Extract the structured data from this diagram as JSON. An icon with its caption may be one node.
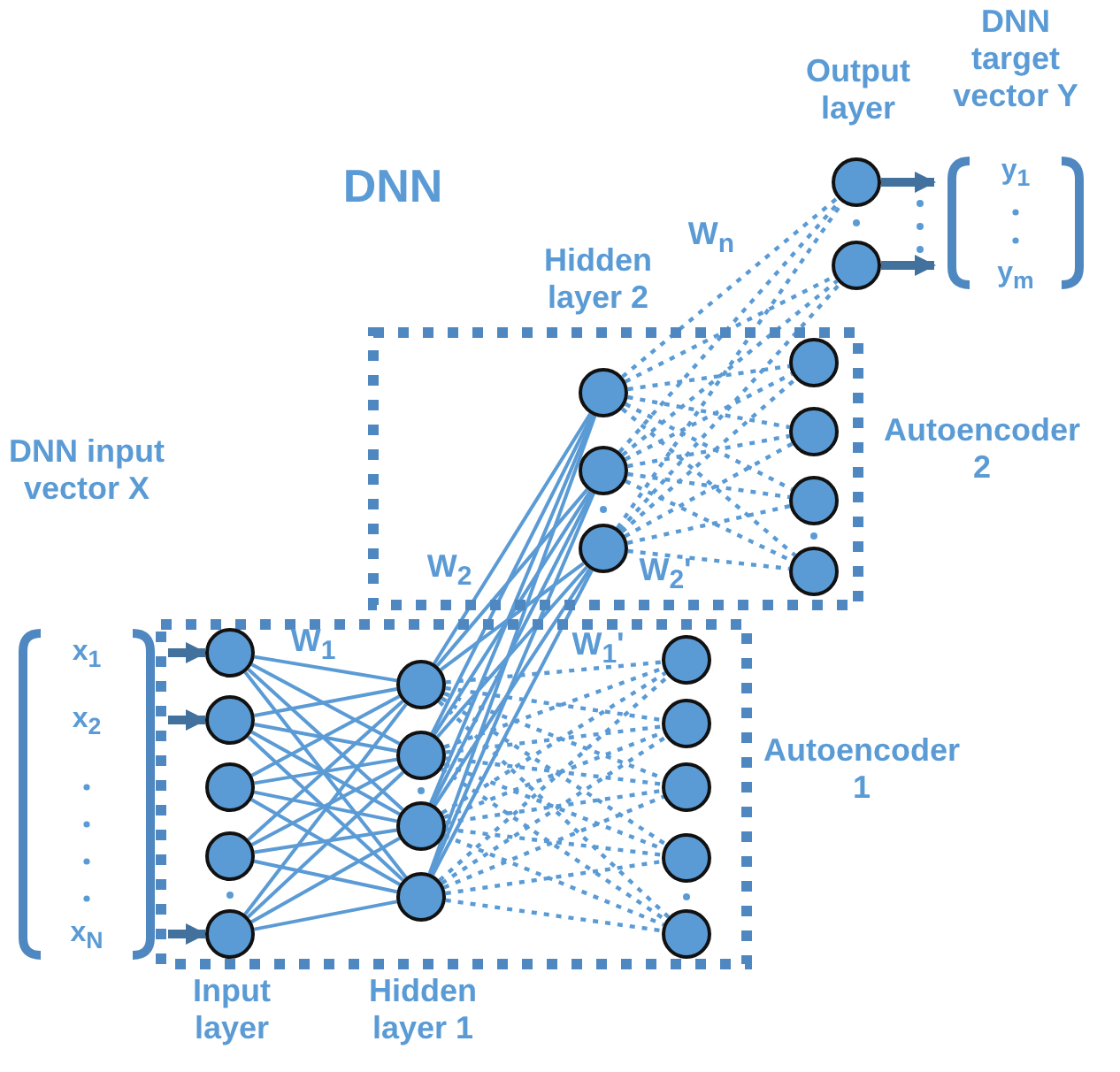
{
  "diagram": {
    "title": "DNN",
    "nodes": [
      {
        "text": [],
        "shape": "circle"
      },
      {
        "text": [],
        "shape": "circle"
      },
      {
        "text": [
          "DNN target vector Y",
          "y$_{1}$",
          "y$_{m}$"
        ]
      },
      {
        "text": [
          "Autoencoder 2"
        ]
      },
      {
        "text": [],
        "shape": "circle",
        "in": 3
      },
      {
        "text": [],
        "shape": "circle",
        "in": 3
      },
      {
        "text": [],
        "shape": "circle",
        "in": 3
      },
      {
        "text": [],
        "shape": "circle",
        "in": 3
      },
      {
        "text": [],
        "shape": "circle",
        "in": 3
      },
      {
        "text": [],
        "shape": "circle",
        "in": 3
      },
      {
        "text": [],
        "shape": "circle",
        "in": 3
      },
      {
        "text": [
          "DNN input vector X",
          "x$_{1}$",
          "x$_{2}$",
          "x$_{N}$"
        ]
      },
      {
        "text": [
          "Autoencoder 1"
        ]
      },
      {
        "text": [],
        "shape": "circle",
        "in": 12
      },
      {
        "text": [],
        "shape": "circle",
        "in": 12
      },
      {
        "text": [],
        "shape": "circle",
        "in": 12
      },
      {
        "text": [],
        "shape": "circle",
        "in": 12
      },
      {
        "text": [],
        "shape": "circle",
        "in": 12
      },
      {
        "text": [],
        "shape": "circle",
        "in": 12
      },
      {
        "text": [],
        "shape": "circle",
        "in": 12
      },
      {
        "text": [],
        "shape": "circle",
        "in": 12
      },
      {
        "text": [],
        "shape": "circle",
        "in": 12
      },
      {
        "text": [],
        "shape": "circle",
        "in": 12
      },
      {
        "text": [],
        "shape": "circle",
        "in": 12
      },
      {
        "text": [],
        "shape": "circle",
        "in": 12
      },
      {
        "text": [],
        "shape": "circle",
        "in": 12
      },
      {
        "text": [],
        "shape": "circle",
        "in": 12
      }
    ],
    "edges": [
      {
        "from": 11,
        "to": 13,
        "arrow": "to",
        "style": "thick",
        "color": "#41719c"
      },
      {
        "from": 11,
        "to": 14,
        "arrow": "to",
        "style": "thick",
        "color": "#41719c"
      },
      {
        "from": 11,
        "to": 17,
        "arrow": "to",
        "style": "thick",
        "color": "#41719c"
      },
      {
        "from": 13,
        "to": 18,
        "arrow": "none"
      },
      {
        "from": 13,
        "to": 19,
        "arrow": "none"
      },
      {
        "from": 13,
        "to": 20,
        "arrow": "none"
      },
      {
        "from": 13,
        "to": 21,
        "arrow": "none"
      },
      {
        "from": 14,
        "to": 18,
        "arrow": "none"
      },
      {
        "from": 14,
        "to": 19,
        "arrow": "none"
      },
      {
        "from": 14,
        "to": 20,
        "arrow": "none"
      },
      {
        "from": 14,
        "to": 21,
        "arrow": "none"
      },
      {
        "from": 15,
        "to": 18,
        "arrow": "none"
      },
      {
        "from": 15,
        "to": 19,
        "arrow": "none"
      },
      {
        "from": 15,
        "to": 20,
        "arrow": "none"
      },
      {
        "from": 15,
        "to": 21,
        "arrow": "none"
      },
      {
        "from": 16,
        "to": 18,
        "arrow": "none"
      },
      {
        "from": 16,
        "to": 19,
        "arrow": "none"
      },
      {
        "from": 16,
        "to": 20,
        "arrow": "none"
      },
      {
        "from": 16,
        "to": 21,
        "arrow": "none"
      },
      {
        "from": 17,
        "to": 18,
        "arrow": "none"
      },
      {
        "from": 17,
        "to": 19,
        "arrow": "none"
      },
      {
        "from": 17,
        "to": 20,
        "arrow": "none"
      },
      {
        "from": 17,
        "to": 21,
        "arrow": "none"
      },
      {
        "from": 18,
        "to": 4,
        "arrow": "none"
      },
      {
        "from": 18,
        "to": 5,
        "arrow": "none"
      },
      {
        "from": 18,
        "to": 6,
        "arrow": "none"
      },
      {
        "from": 19,
        "to": 4,
        "arrow": "none"
      },
      {
        "from": 19,
        "to": 5,
        "arrow": "none"
      },
      {
        "from": 19,
        "to": 6,
        "arrow": "none"
      },
      {
        "from": 20,
        "to": 4,
        "arrow": "none"
      },
      {
        "from": 20,
        "to": 5,
        "arrow": "none"
      },
      {
        "from": 20,
        "to": 6,
        "arrow": "none"
      },
      {
        "from": 21,
        "to": 4,
        "arrow": "none"
      },
      {
        "from": 21,
        "to": 5,
        "arrow": "none"
      },
      {
        "from": 21,
        "to": 6,
        "arrow": "none"
      },
      {
        "from": 18,
        "to": 22,
        "arrow": "none",
        "style": "dashed"
      },
      {
        "from": 18,
        "to": 23,
        "arrow": "none",
        "style": "dashed"
      },
      {
        "from": 18,
        "to": 24,
        "arrow": "none",
        "style": "dashed"
      },
      {
        "from": 18,
        "to": 25,
        "arrow": "none",
        "style": "dashed"
      },
      {
        "from": 18,
        "to": 26,
        "arrow": "none",
        "style": "dashed"
      },
      {
        "from": 19,
        "to": 22,
        "arrow": "none",
        "style": "dashed"
      },
      {
        "from": 19,
        "to": 23,
        "arrow": "none",
        "style": "dashed"
      },
      {
        "from": 19,
        "to": 24,
        "arrow": "none",
        "style": "dashed"
      },
      {
        "from": 19,
        "to": 25,
        "arrow": "none",
        "style": "dashed"
      },
      {
        "from": 19,
        "to": 26,
        "arrow": "none",
        "style": "dashed"
      },
      {
        "from": 20,
        "to": 22,
        "arrow": "none",
        "style": "dashed"
      },
      {
        "from": 20,
        "to": 23,
        "arrow": "none",
        "style": "dashed"
      },
      {
        "from": 20,
        "to": 24,
        "arrow": "none",
        "style": "dashed"
      },
      {
        "from": 20,
        "to": 25,
        "arrow": "none",
        "style": "dashed"
      },
      {
        "from": 20,
        "to": 26,
        "arrow": "none",
        "style": "dashed"
      },
      {
        "from": 21,
        "to": 22,
        "arrow": "none",
        "style": "dashed"
      },
      {
        "from": 21,
        "to": 23,
        "arrow": "none",
        "style": "dashed"
      },
      {
        "from": 21,
        "to": 24,
        "arrow": "none",
        "style": "dashed"
      },
      {
        "from": 21,
        "to": 25,
        "arrow": "none",
        "style": "dashed"
      },
      {
        "from": 21,
        "to": 26,
        "arrow": "none",
        "style": "dashed"
      },
      {
        "from": 4,
        "to": 7,
        "arrow": "none",
        "style": "dashed"
      },
      {
        "from": 4,
        "to": 8,
        "arrow": "none",
        "style": "dashed"
      },
      {
        "from": 4,
        "to": 9,
        "arrow": "none",
        "style": "dashed"
      },
      {
        "from": 4,
        "to": 10,
        "arrow": "none",
        "style": "dashed"
      },
      {
        "from": 5,
        "to": 7,
        "arrow": "none",
        "style": "dashed"
      },
      {
        "from": 5,
        "to": 8,
        "arrow": "none",
        "style": "dashed"
      },
      {
        "from": 5,
        "to": 9,
        "arrow": "none",
        "style": "dashed"
      },
      {
        "from": 5,
        "to": 10,
        "arrow": "none",
        "style": "dashed"
      },
      {
        "from": 6,
        "to": 7,
        "arrow": "none",
        "style": "dashed"
      },
      {
        "from": 6,
        "to": 8,
        "arrow": "none",
        "style": "dashed"
      },
      {
        "from": 6,
        "to": 9,
        "arrow": "none",
        "style": "dashed"
      },
      {
        "from": 6,
        "to": 10,
        "arrow": "none",
        "style": "dashed"
      },
      {
        "from": 4,
        "to": 0,
        "arrow": "none",
        "style": "dashed"
      },
      {
        "from": 4,
        "to": 1,
        "arrow": "none",
        "style": "dashed"
      },
      {
        "from": 5,
        "to": 0,
        "arrow": "none",
        "style": "dashed"
      },
      {
        "from": 5,
        "to": 1,
        "arrow": "none",
        "style": "dashed"
      },
      {
        "from": 6,
        "to": 0,
        "arrow": "none",
        "style": "dashed"
      },
      {
        "from": 6,
        "to": 1,
        "arrow": "none",
        "style": "dashed"
      },
      {
        "from": 0,
        "to": 2,
        "arrow": "to",
        "style": "thick",
        "color": "#41719c"
      },
      {
        "from": 1,
        "to": 2,
        "arrow": "to",
        "style": "thick",
        "color": "#41719c"
      }
    ],
    "labels": [
      "Output layer",
      "W$_{n}$",
      "Hidden layer 2",
      "W$_{2}$",
      "W$_{2}$'",
      "W$_{1}$",
      "W$_{1}$'",
      "Input layer",
      "Hidden layer 1"
    ]
  }
}
